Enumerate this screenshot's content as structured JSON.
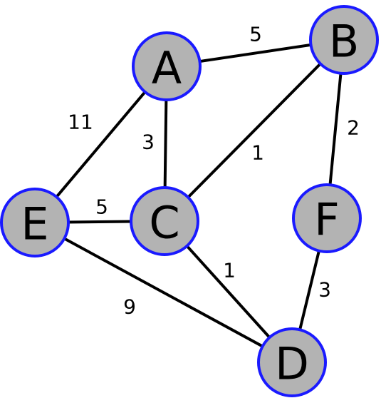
{
  "graph": {
    "colors": {
      "node_fill": "#b3b3b3",
      "node_stroke": "#1a1aff",
      "edge": "#000000",
      "text": "#000000"
    },
    "nodes": [
      {
        "id": "A",
        "label": "A"
      },
      {
        "id": "B",
        "label": "B"
      },
      {
        "id": "C",
        "label": "C"
      },
      {
        "id": "D",
        "label": "D"
      },
      {
        "id": "E",
        "label": "E"
      },
      {
        "id": "F",
        "label": "F"
      }
    ],
    "edges": [
      {
        "from": "A",
        "to": "B",
        "weight": "5"
      },
      {
        "from": "A",
        "to": "E",
        "weight": "11"
      },
      {
        "from": "A",
        "to": "C",
        "weight": "3"
      },
      {
        "from": "B",
        "to": "C",
        "weight": "1"
      },
      {
        "from": "B",
        "to": "F",
        "weight": "2"
      },
      {
        "from": "E",
        "to": "C",
        "weight": "5"
      },
      {
        "from": "C",
        "to": "D",
        "weight": "1"
      },
      {
        "from": "E",
        "to": "D",
        "weight": "9"
      },
      {
        "from": "F",
        "to": "D",
        "weight": "3"
      }
    ]
  }
}
